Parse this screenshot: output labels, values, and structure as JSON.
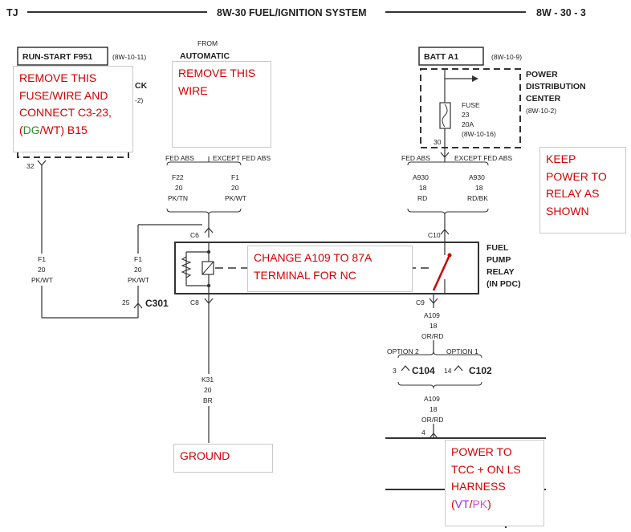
{
  "header": {
    "left": "TJ",
    "center": "8W-30 FUEL/IGNITION SYSTEM",
    "right": "8W - 30 - 3"
  },
  "colors": {
    "wire": "#333333",
    "note_text": "#d40000",
    "dg": "#2e8b2e",
    "vt": "#8a2be2",
    "pk": "#d94fd9"
  },
  "components": {
    "run_start_label": "RUN-START F951",
    "run_start_ref": "(8W-10-11)",
    "run_start_hidden_fragment": "CK",
    "run_start_hidden_ref": "-2)",
    "run_start_pin": "32",
    "from_label": "FROM",
    "automatic_label": "AUTOMATIC",
    "batt_label": "BATT A1",
    "batt_ref": "(8W-10-9)",
    "pdc_line1": "POWER",
    "pdc_line2": "DISTRIBUTION",
    "pdc_line3": "CENTER",
    "pdc_ref": "(8W-10-2)",
    "fuse_label": "FUSE",
    "fuse_num": "23",
    "fuse_amp": "20A",
    "fuse_ref": "(8W-10-16)",
    "fuse_pin": "30",
    "relay_line1": "FUEL",
    "relay_line2": "PUMP",
    "relay_line3": "RELAY",
    "relay_line4": "(IN PDC)"
  },
  "wires": {
    "left_fed_abs": "FED ABS",
    "left_except_fed_abs": "EXCEPT FED ABS",
    "f22": "F22",
    "f22_gauge": "20",
    "f22_color": "PK/TN",
    "f1_top": "F1",
    "f1_top_gauge": "20",
    "f1_top_color": "PK/WT",
    "right_fed_abs": "FED ABS",
    "right_except_fed_abs": "EXCEPT FED ABS",
    "a930_l": "A930",
    "a930_l_gauge": "18",
    "a930_l_color": "RD",
    "a930_r": "A930",
    "a930_r_gauge": "18",
    "a930_r_color": "RD/BK",
    "f1_left": "F1",
    "f1_left_gauge": "20",
    "f1_left_color": "PK/WT",
    "f1_mid": "F1",
    "f1_mid_gauge": "20",
    "f1_mid_color": "PK/WT",
    "c301_pin": "25",
    "c301": "C301",
    "c6": "C6",
    "c8": "C8",
    "c10": "C10",
    "c9": "C9",
    "k31": "K31",
    "k31_gauge": "20",
    "k31_color": "BR",
    "a109_top": "A109",
    "a109_top_gauge": "18",
    "a109_top_color": "OR/RD",
    "option2": "OPTION 2",
    "option1": "OPTION 1",
    "c104_pin": "3",
    "c104": "C104",
    "c102_pin": "14",
    "c102": "C102",
    "a109_bot": "A109",
    "a109_bot_gauge": "18",
    "a109_bot_color": "OR/RD",
    "bottom_pin": "4"
  },
  "notes": {
    "remove_fuse_a": "REMOVE THIS FUSE/WIRE AND CONNECT  C3-23, (",
    "remove_fuse_dg": "DG",
    "remove_fuse_slash": "/WT) B15",
    "remove_wire": "REMOVE THIS WIRE",
    "change_a109": "CHANGE A109 TO 87A TERMINAL FOR NC",
    "keep_power": "KEEP POWER TO RELAY AS SHOWN",
    "ground": "GROUND",
    "power_tcc_a": "POWER TO TCC + ON LS HARNESS (",
    "power_tcc_vt": "VT",
    "power_tcc_slash": "/",
    "power_tcc_pk": "PK",
    "power_tcc_close": ")"
  }
}
